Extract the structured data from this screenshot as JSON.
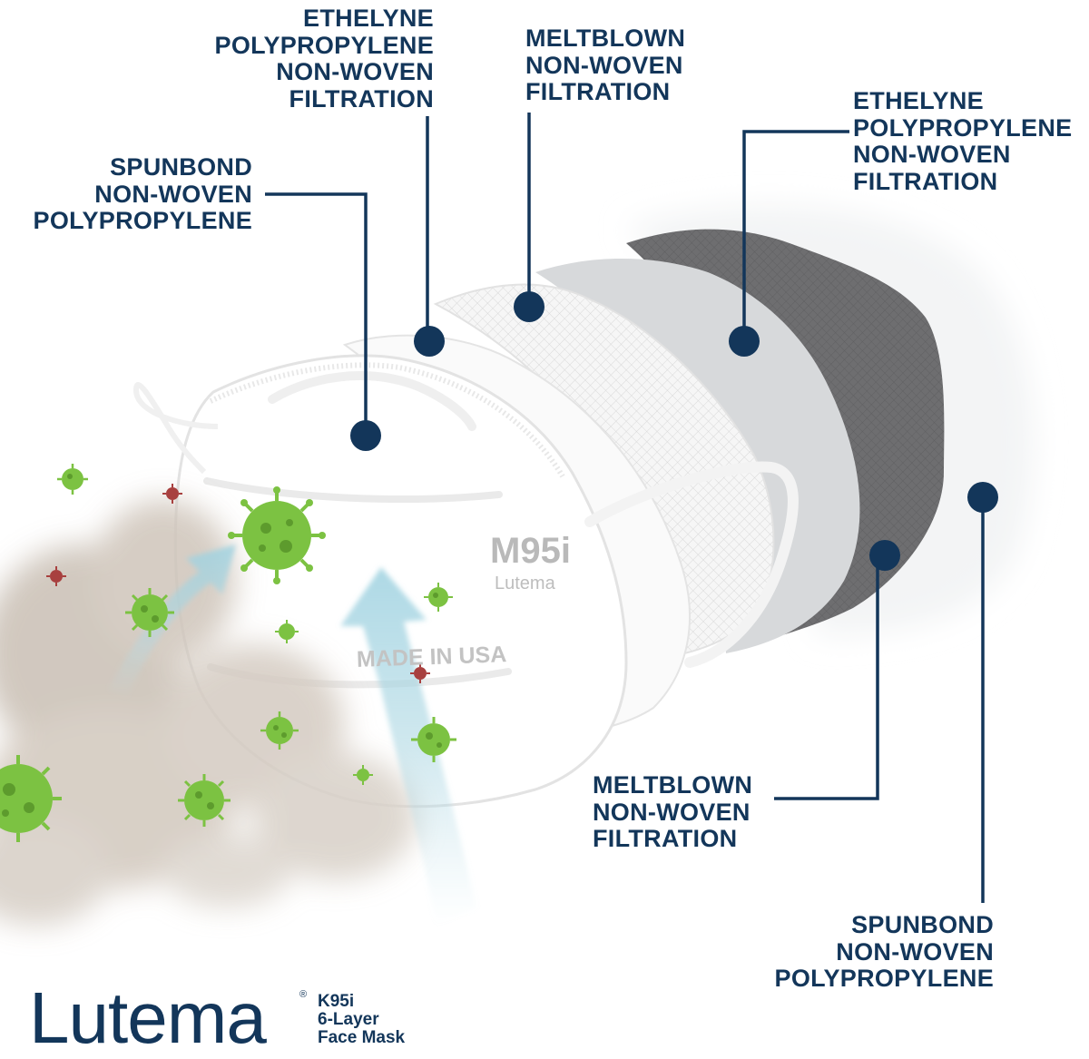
{
  "diagram": {
    "layers": [
      {
        "id": "outer-spunbond",
        "lines": [
          "SPUNBOND",
          "NON-WOVEN",
          "POLYPROPYLENE"
        ]
      },
      {
        "id": "ethelyne-1",
        "lines": [
          "ETHELYNE",
          "POLYPROPYLENE",
          "NON-WOVEN",
          "FILTRATION"
        ]
      },
      {
        "id": "meltblown-1",
        "lines": [
          "MELTBLOWN",
          "NON-WOVEN",
          "FILTRATION"
        ]
      },
      {
        "id": "ethelyne-2",
        "lines": [
          "ETHELYNE",
          "POLYPROPYLENE",
          "NON-WOVEN",
          "FILTRATION"
        ]
      },
      {
        "id": "meltblown-2",
        "lines": [
          "MELTBLOWN",
          "NON-WOVEN",
          "FILTRATION"
        ]
      },
      {
        "id": "inner-spunbond",
        "lines": [
          "SPUNBOND",
          "NON-WOVEN",
          "POLYPROPYLENE"
        ]
      }
    ],
    "mask_print": {
      "model": "M95i",
      "brand": "Lutema",
      "origin": "MADE IN USA"
    }
  },
  "branding": {
    "logo": "Lutema",
    "registered": "®",
    "product_lines": [
      "K95i",
      "6-Layer",
      "Face Mask"
    ]
  },
  "colors": {
    "navy": "#13365a",
    "virus_green": "#7cc242",
    "virus_red": "#a8403f",
    "layer_light_gray": "#d6d8da",
    "layer_dark_gray": "#6d6d6f",
    "airflow": "#a9d6e2"
  }
}
